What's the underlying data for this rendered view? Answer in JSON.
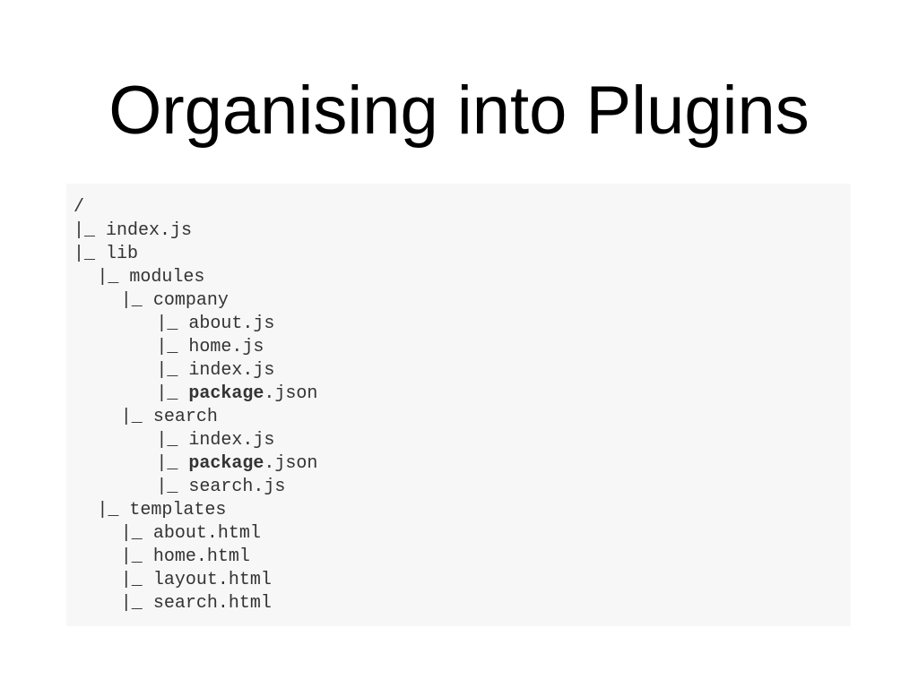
{
  "slide": {
    "title": "Organising into Plugins"
  },
  "tree": [
    {
      "indent": 0,
      "prefix": "",
      "name": "/",
      "bold": false
    },
    {
      "indent": 0,
      "prefix": "|_ ",
      "name": "index.js",
      "bold": false
    },
    {
      "indent": 0,
      "prefix": "|_ ",
      "name": "lib",
      "bold": false
    },
    {
      "indent": 2,
      "prefix": "|_ ",
      "name": "modules",
      "bold": false
    },
    {
      "indent": 4,
      "prefix": "|_ ",
      "name": "company",
      "bold": false
    },
    {
      "indent": 7,
      "prefix": "|_ ",
      "name": "about.js",
      "bold": false
    },
    {
      "indent": 7,
      "prefix": "|_ ",
      "name": "home.js",
      "bold": false
    },
    {
      "indent": 7,
      "prefix": "|_ ",
      "name": "index.js",
      "bold": false
    },
    {
      "indent": 7,
      "prefix": "|_ ",
      "name": "package",
      "ext": ".json",
      "bold": true
    },
    {
      "indent": 4,
      "prefix": "|_ ",
      "name": "search",
      "bold": false
    },
    {
      "indent": 7,
      "prefix": "|_ ",
      "name": "index.js",
      "bold": false
    },
    {
      "indent": 7,
      "prefix": "|_ ",
      "name": "package",
      "ext": ".json",
      "bold": true
    },
    {
      "indent": 7,
      "prefix": "|_ ",
      "name": "search.js",
      "bold": false
    },
    {
      "indent": 2,
      "prefix": "|_ ",
      "name": "templates",
      "bold": false
    },
    {
      "indent": 4,
      "prefix": "|_ ",
      "name": "about.html",
      "bold": false
    },
    {
      "indent": 4,
      "prefix": "|_ ",
      "name": "home.html",
      "bold": false
    },
    {
      "indent": 4,
      "prefix": "|_ ",
      "name": "layout.html",
      "bold": false
    },
    {
      "indent": 4,
      "prefix": "|_ ",
      "name": "search.html",
      "bold": false
    }
  ]
}
